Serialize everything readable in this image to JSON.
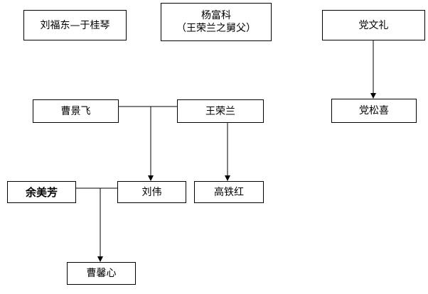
{
  "nodes": {
    "liu_fudong_yu_guiqin": "刘福东—于桂琴",
    "yang_fuke": {
      "name": "杨富科",
      "note": "（王荣兰之舅父）"
    },
    "dang_wenli": "党文礼",
    "dang_songxi": "党松喜",
    "cao_jingfei": "曹景飞",
    "wang_ronglan": "王荣兰",
    "yu_meifang": "余美芳",
    "liu_wei": "刘伟",
    "gao_tiehong": "高铁红",
    "cao_xinxin": "曹馨心"
  },
  "colors": {
    "line": "#000000",
    "border": "#000000",
    "background": "#ffffff"
  }
}
